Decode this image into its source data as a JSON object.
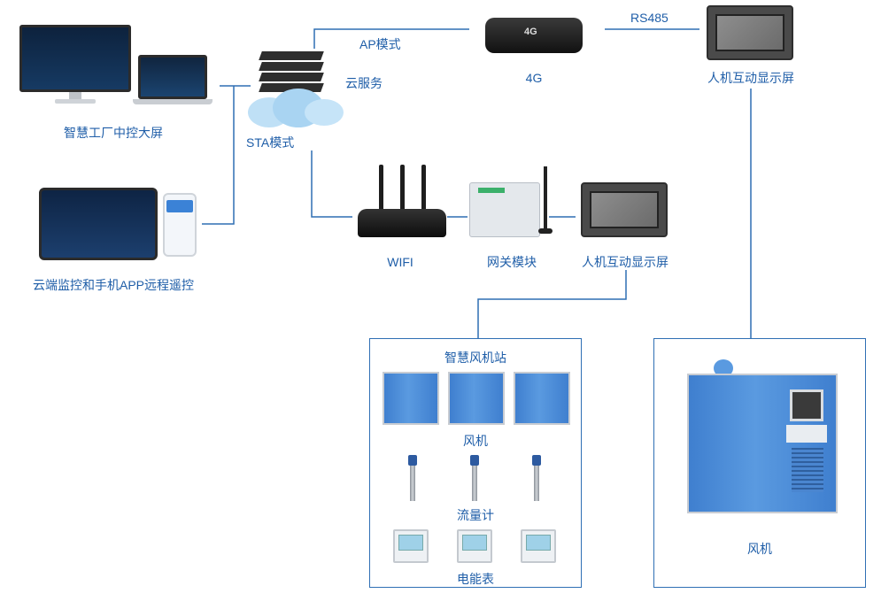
{
  "labels": {
    "ap_mode": "AP模式",
    "rs485": "RS485",
    "cloud_service": "云服务",
    "g4": "4G",
    "hmi_top": "人机互动显示屏",
    "factory_screen": "智慧工厂中控大屏",
    "sta_mode": "STA模式",
    "cloud_app": "云端监控和手机APP远程遥控",
    "wifi": "WIFI",
    "gateway": "网关模块",
    "hmi_mid": "人机互动显示屏",
    "station_title": "智慧风机站",
    "fan_row": "风机",
    "flowmeter_row": "流量计",
    "energy_row": "电能表",
    "fan_big": "风机"
  },
  "devices": {
    "router_4g_text": "4G"
  },
  "colors": {
    "label": "#1f5ea8",
    "line": "#2f6fb4",
    "cabinet": "#4a8ad8"
  }
}
